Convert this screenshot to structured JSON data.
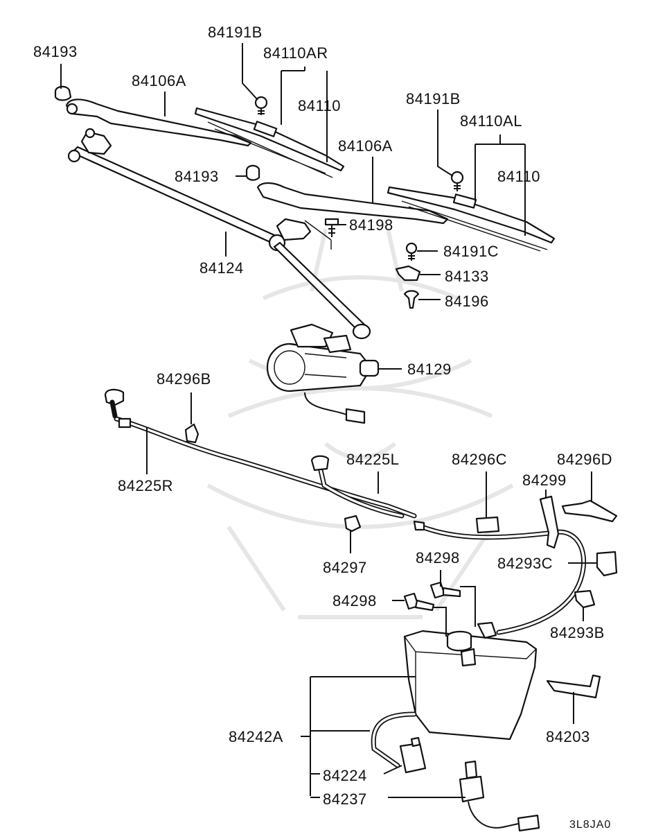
{
  "diagram": {
    "callouts": {
      "p84193_top": "84193",
      "p84191B_left": "84191B",
      "p84110AR": "84110AR",
      "p84106A_left": "84106A",
      "p84110_left": "84110",
      "p84191B_right": "84191B",
      "p84110AL": "84110AL",
      "p84106A_right": "84106A",
      "p84110_right": "84110",
      "p84193_mid": "84193",
      "p84198": "84198",
      "p84124": "84124",
      "p84191C": "84191C",
      "p84133": "84133",
      "p84196": "84196",
      "p84129": "84129",
      "p84296B": "84296B",
      "p84225R": "84225R",
      "p84225L": "84225L",
      "p84296C": "84296C",
      "p84296D": "84296D",
      "p84299": "84299",
      "p84297": "84297",
      "p84298_top": "84298",
      "p84298_left": "84298",
      "p84293C": "84293C",
      "p84293B": "84293B",
      "p84242A": "84242A",
      "p84203": "84203",
      "p84224": "84224",
      "p84237": "84237"
    },
    "diagram_code": "3L8JA0"
  }
}
